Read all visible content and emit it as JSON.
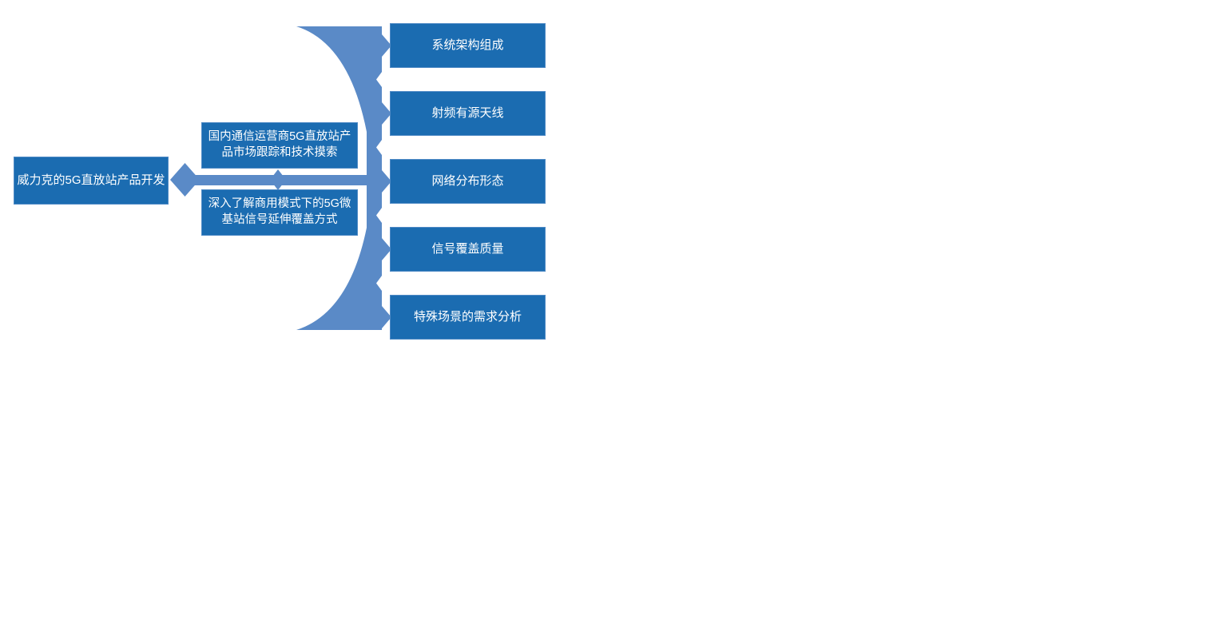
{
  "diagram": {
    "title": "5G repeater product development hierarchy diagram",
    "root": {
      "label": "威力克的5G直放站产品开发"
    },
    "level2": [
      {
        "label": "国内通信运营商5G直放站产品市场跟踪和技术摸索"
      },
      {
        "label": "深入了解商用模式下的5G微基站信号延伸覆盖方式"
      }
    ],
    "level3": [
      {
        "label": "系统架构组成"
      },
      {
        "label": "射频有源天线"
      },
      {
        "label": "网络分布形态"
      },
      {
        "label": "信号覆盖质量"
      },
      {
        "label": "特殊场景的需求分析"
      }
    ],
    "colors": {
      "node_fill": "#1b6cb1",
      "node_border": "#4f8ac5",
      "connector_fill": "#5a8ac7",
      "text": "#ffffff",
      "background": "#ffffff"
    }
  }
}
